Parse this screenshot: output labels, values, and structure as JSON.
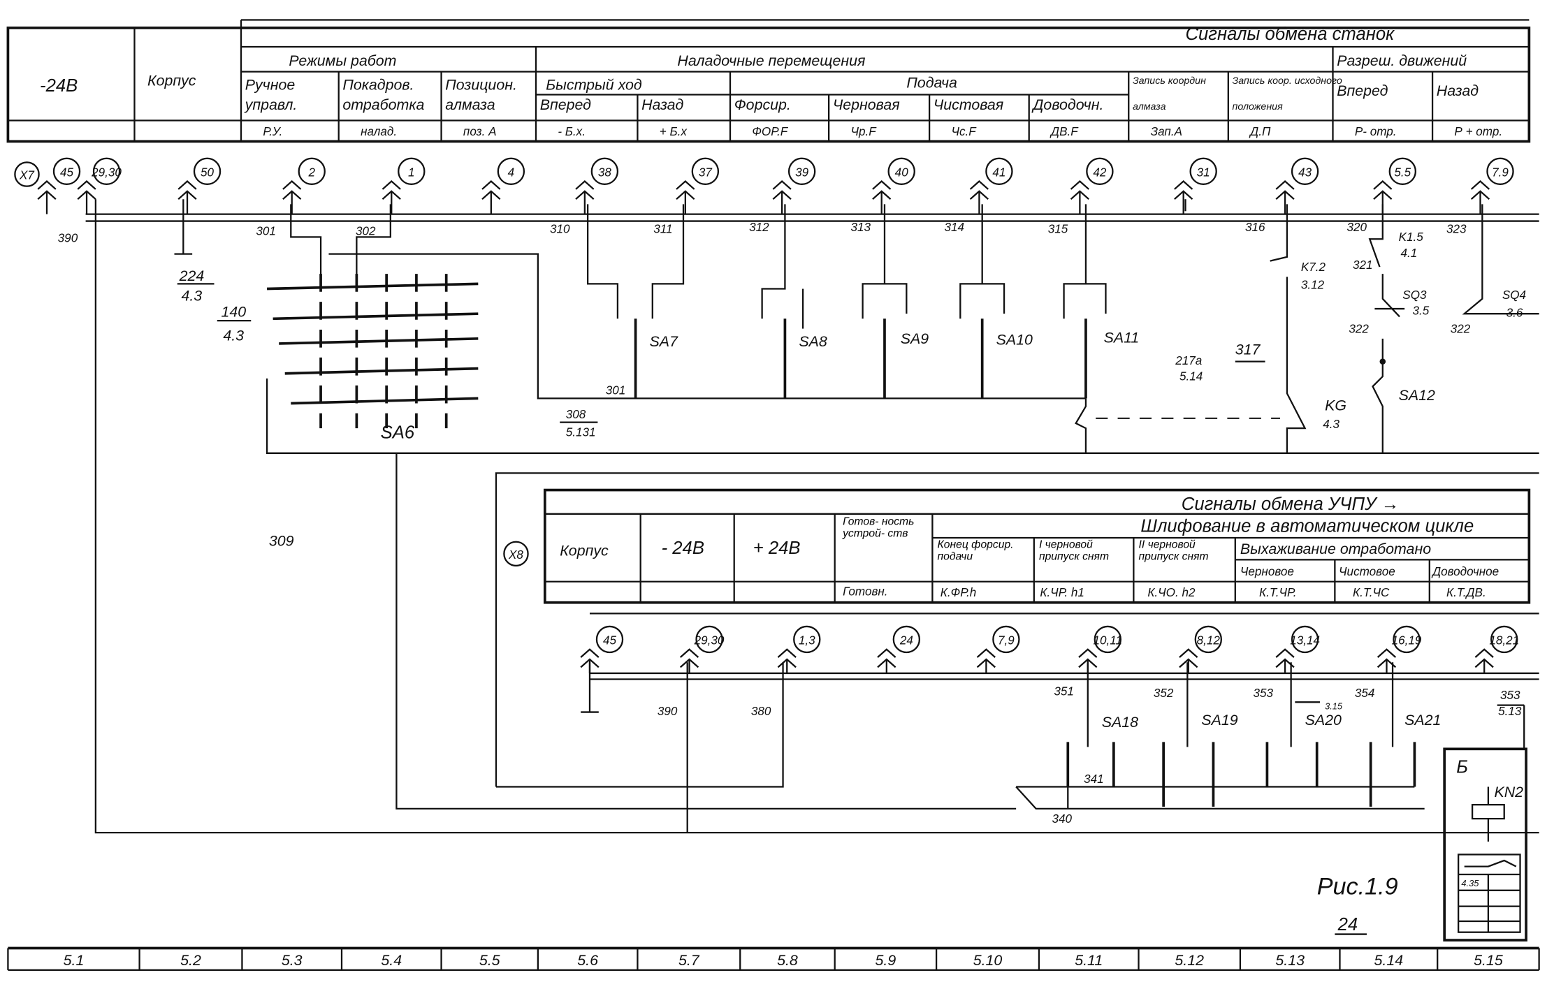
{
  "top_table": {
    "title": "Сигналы обмена станок",
    "minus24": "-24В",
    "korpus": "Корпус",
    "groups": {
      "modes": "Режимы работ",
      "setup": "Наладочные перемещения",
      "permit": "Разреш. движений",
      "rapid": "Быстрый ход",
      "feed": "Подача"
    },
    "columns": [
      {
        "l1": "Ручное",
        "l2": "управл.",
        "code": "Р.У."
      },
      {
        "l1": "Покадров.",
        "l2": "отработка",
        "code": "налад."
      },
      {
        "l1": "Позицион.",
        "l2": "алмаза",
        "code": "поз. А"
      },
      {
        "l1": "Вперед",
        "l2": "",
        "code": "- Б.х."
      },
      {
        "l1": "Назад",
        "l2": "",
        "code": "+ Б.х"
      },
      {
        "l1": "Форсир.",
        "l2": "",
        "code": "ФОР.F"
      },
      {
        "l1": "Черновая",
        "l2": "",
        "code": "Чр.F"
      },
      {
        "l1": "Чистовая",
        "l2": "",
        "code": "Чс.F"
      },
      {
        "l1": "Доводочн.",
        "l2": "",
        "code": "ДВ.F"
      },
      {
        "l1": "Запись координ",
        "l2": "алмаза",
        "code": "Зап.А"
      },
      {
        "l1": "Запись коор. исходного",
        "l2": "положения",
        "code": "Д.П"
      },
      {
        "l1": "Вперед",
        "l2": "",
        "code": "Р- отр."
      },
      {
        "l1": "Назад",
        "l2": "",
        "code": "Р + отр."
      }
    ]
  },
  "top_connectors": {
    "x": "X7",
    "pins": [
      "45",
      "29,30",
      "50",
      "2",
      "1",
      "4",
      "38",
      "37",
      "39",
      "40",
      "41",
      "42",
      "31",
      "43",
      "5.5",
      "7.9"
    ]
  },
  "top_wires": [
    "390",
    "301",
    "302",
    "310",
    "311",
    "312",
    "313",
    "314",
    "315",
    "316",
    "320",
    "323",
    "321",
    "322",
    "322",
    "301",
    "309"
  ],
  "components": {
    "sa6": "SA6",
    "sa7": "SA7",
    "sa8": "SA8",
    "sa9": "SA9",
    "sa10": "SA10",
    "sa11": "SA11",
    "sa12": "SA12",
    "k72": "K7.2",
    "k72r": "3.12",
    "k15": "K1.5",
    "k15r": "4.1",
    "sq3": "SQ3",
    "sq3r": "3.5",
    "sq4": "SQ4",
    "sq4r": "3.6",
    "kg": "KG",
    "kgr": "4.3",
    "r224": "224",
    "r224b": "4.3",
    "r140": "140",
    "r140b": "4.3",
    "r308": "308",
    "r308b": "5.131",
    "r217": "217а",
    "r217b": "5.14",
    "w317": "317"
  },
  "bottom_table": {
    "title": "Сигналы обмена УЧПУ →",
    "x": "X8",
    "korpus": "Корпус",
    "minus24": "- 24В",
    "plus24": "+ 24В",
    "ready": "Готов- ность устрой- ств",
    "ready_code": "Готовн.",
    "auto": "Шлифование в автоматическом цикле",
    "c1": "Конец форсир. подачи",
    "c1code": "К.ФР.h",
    "c2": "I черновой припуск снят",
    "c2code": "К.ЧР. h1",
    "c3": "II черновой припуск снят",
    "c3code": "К.ЧО. h2",
    "spark": "Выхаживание отработано",
    "c4": "Черновое",
    "c4code": "К.Т.ЧР.",
    "c5": "Чистовое",
    "c5code": "К.Т.ЧС",
    "c6": "Доводочное",
    "c6code": "К.Т.ДВ."
  },
  "bottom_connectors": {
    "pins": [
      "45",
      "29,30",
      "1,3",
      "24",
      "7,9",
      "10,11",
      "8,12",
      "13,14",
      "16,19",
      "18,21"
    ]
  },
  "bottom_wires": {
    "w390": "390",
    "w380": "380",
    "w351": "351",
    "w352": "352",
    "w353": "353",
    "w354": "354",
    "ref": "353",
    "refb": "5.13",
    "r315": "3.15",
    "w341": "341",
    "w340": "340"
  },
  "bottom_components": {
    "sa18": "SA18",
    "sa19": "SA19",
    "sa20": "SA20",
    "sa21": "SA21"
  },
  "relay": {
    "b": "Б",
    "kn2": "KN2",
    "ref": "4.35"
  },
  "caption": {
    "fig": "Рис.1.9",
    "page": "24"
  },
  "ruler": [
    "5.1",
    "5.2",
    "5.3",
    "5.4",
    "5.5",
    "5.6",
    "5.7",
    "5.8",
    "5.9",
    "5.10",
    "5.11",
    "5.12",
    "5.13",
    "5.14",
    "5.15"
  ]
}
